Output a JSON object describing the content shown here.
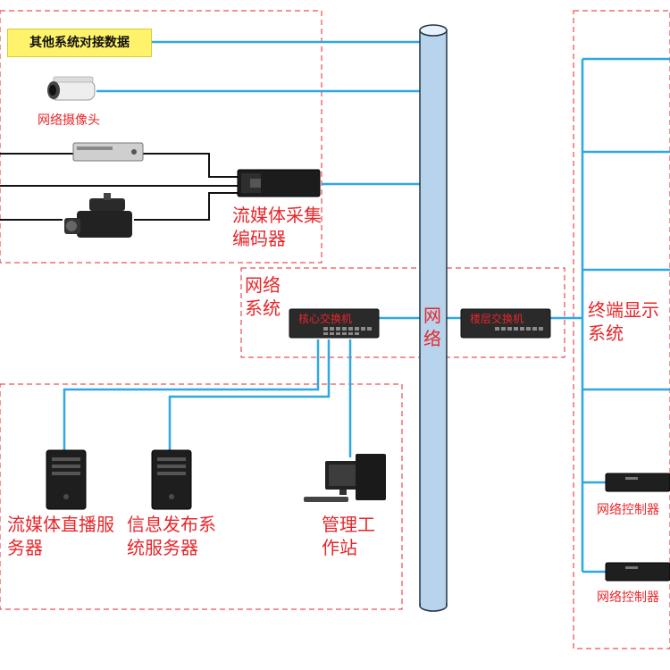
{
  "labels": {
    "other_systems": "其他系统对接数据",
    "network_camera": "网络摄像头",
    "encoder": "流媒体采集编码器",
    "network_system": "网络系统",
    "core_switch": "核心交换机",
    "network_backbone": "网络",
    "floor_switch": "楼层交换机",
    "terminal_display": "终端显示系统",
    "live_server": "流媒体直播服务器",
    "publish_server": "信息发布系统服务器",
    "workstation": "管理工作站",
    "controller_1": "网络控制器",
    "controller_2": "网络控制器"
  },
  "colors": {
    "link": "#2ea8e0",
    "dashed_border": "#e8262a",
    "label_red": "#e8262a",
    "pipe_fill": "#b7d4ec",
    "pipe_stroke": "#223344",
    "highlight": "#fff36b"
  },
  "icons": [
    "camera-icon",
    "dvd-player-icon",
    "camcorder-icon",
    "encoder-icon",
    "switch-icon",
    "server-icon",
    "workstation-icon",
    "controller-icon"
  ]
}
